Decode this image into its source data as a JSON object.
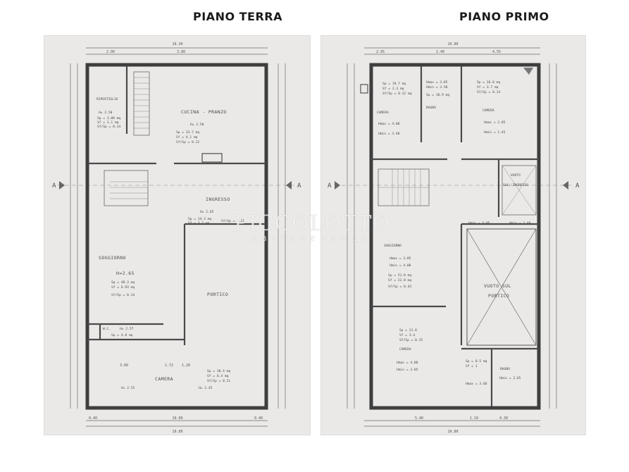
{
  "titles": {
    "left": "PIANO TERRA",
    "right": "PIANO PRIMO"
  },
  "watermark": {
    "brand": "PICCOLOTTO",
    "tagline": "ABITAREASOLO"
  },
  "section_marker": "A",
  "ground_floor": {
    "overall_width": "10.30",
    "overall_width_bottom": "10.80",
    "top_dims": [
      "2.00",
      "3.80"
    ],
    "bottom_dims": [
      "0.40",
      "10.00",
      "0.40"
    ],
    "rooms": {
      "ripostiglio": {
        "name": "RIPOSTIGLIO",
        "height": "H= 2.50",
        "details": [
          "Sp = 3.80 mq",
          "Sf = 1.1 mq",
          "Sf/Sp = 0.14"
        ]
      },
      "cucina": {
        "name": "CUCINA - PRANZO",
        "height": "H= 2.50",
        "details": [
          "Sp = 33.7 mq",
          "Sf = 4.1 mq",
          "Sf/Sp = 0.12"
        ]
      },
      "ingresso": {
        "name": "INGRESSO",
        "height": "H= 2.65",
        "details": [
          "Sp = 14.3 mq",
          "Sf = 3.1 mq",
          "Sf/Sp = 0.21"
        ]
      },
      "soggiorno": {
        "name": "SOGGIORNO",
        "height": "H=2.65",
        "details": [
          "Sp = 48.3 mq",
          "Sf = 6.93 mq",
          "Sf/Sp = 0.14"
        ]
      },
      "portico": {
        "name": "PORTICO"
      },
      "wc": {
        "name": "W.C.",
        "height": "H= 2.57",
        "details": [
          "Sp = 4.8 mq"
        ]
      },
      "camera": {
        "name": "CAMERA",
        "height_left": "H= 2.55",
        "height_right": "H= 2.45",
        "details": [
          "Sp = 30.4 mq",
          "Sf = 6.4 mq",
          "Sf/Sp = 0.21"
        ],
        "dims": [
          "3.60",
          "1.72",
          "1.20"
        ]
      }
    }
  },
  "first_floor": {
    "overall_width": "10.80",
    "overall_width_bottom": "10.80",
    "top_dims": [
      "2.95",
      "2.40",
      "4.55"
    ],
    "bottom_dims": [
      "5.40",
      "1.10",
      "4.30"
    ],
    "rooms": {
      "camera_left": {
        "name": "CAMERA",
        "details": [
          "Sp = 19.7 mq",
          "Sf = 2.3 mq",
          "Sf/Sp = 0.12 mq"
        ],
        "heights": [
          "Hmax = 4.00",
          "Hmin = 3.40"
        ]
      },
      "bagno_top": {
        "name": "BAGNO",
        "details": [
          "Hmax = 3.85",
          "Hmin = 3.50",
          "Sp = 10.9 mq"
        ]
      },
      "camera_right": {
        "name": "CAMERA",
        "details": [
          "Sp = 26.8 mq",
          "Sf = 3.7 mq",
          "Sf/Sp = 0.14"
        ],
        "heights": [
          "Hmax = 2.85",
          "Hmin = 1.45"
        ]
      },
      "vuoto_ingresso": {
        "name": "VUOTO",
        "sub": "SULL'INGRESSO"
      },
      "soggiorno": {
        "name": "SOGGIORNO",
        "heights": [
          "Hmax = 3.05",
          "Hmin = 4.00"
        ],
        "details": [
          "Sp = 51.0 mq",
          "Sf = 22.0 mq",
          "Sf/Sp = 0.43"
        ]
      },
      "vuoto_portico": {
        "name": "VUOTO SUL",
        "sub": "PORTICO",
        "heights": [
          "Hmax = 3.05",
          "Hmin = 2.40"
        ]
      },
      "camera_bottom": {
        "name": "CAMERA",
        "details": [
          "Sp = 21.8",
          "Sf = 3.4",
          "Sf/Sp = 0.15"
        ],
        "heights": [
          "Hmax = 4.00",
          "Hmin = 3.05"
        ]
      },
      "bagno_bottom": {
        "name": "BAGNO",
        "details": [
          "Sp = 8.5 mq",
          "Sf = 1",
          "Hmax = 3.60"
        ],
        "heights": [
          "Hmin = 2.65"
        ]
      }
    }
  }
}
